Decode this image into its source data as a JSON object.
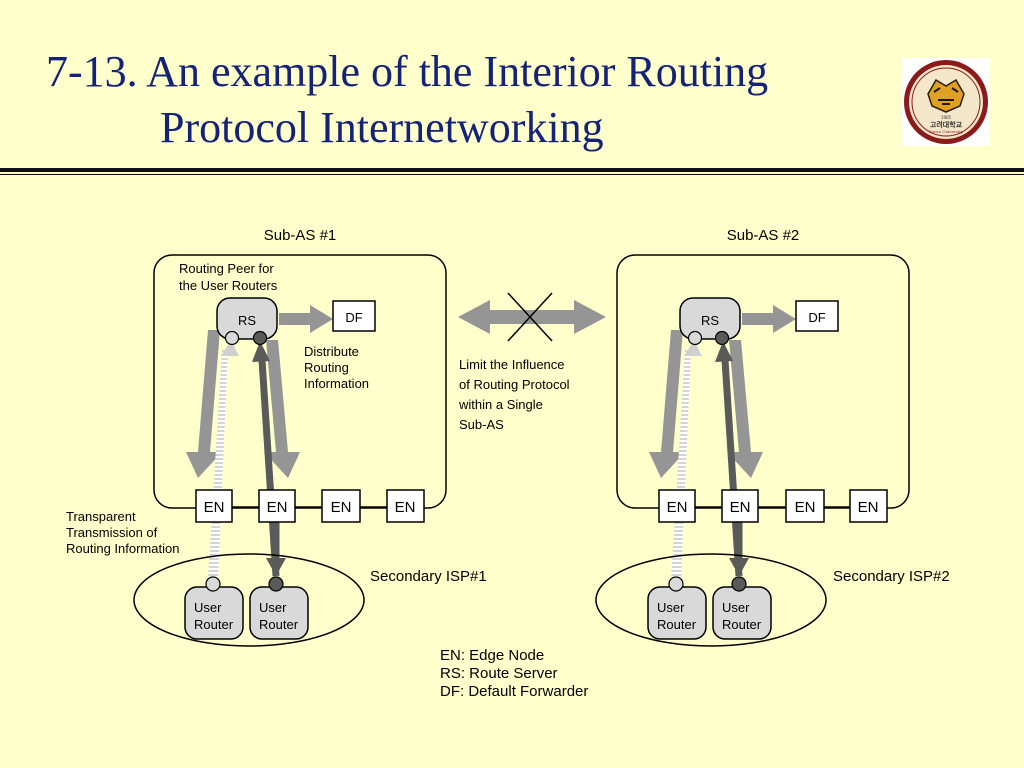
{
  "slide": {
    "title_line1": "7-13. An example of the Interior Routing",
    "title_line2": "Protocol Internetworking"
  },
  "logo": {
    "text_top": "1905",
    "text_main": "고려대학교",
    "text_sub": "Korea University"
  },
  "sub_as_1": {
    "label": "Sub-AS #1",
    "rs_label": "RS",
    "df_label": "DF",
    "en_labels": [
      "EN",
      "EN",
      "EN",
      "EN"
    ],
    "peer_note_line1": "Routing Peer for",
    "peer_note_line2": "the User Routers",
    "distribute_line1": "Distribute",
    "distribute_line2": "Routing",
    "distribute_line3": "Information"
  },
  "sub_as_2": {
    "label": "Sub-AS #2",
    "rs_label": "RS",
    "df_label": "DF",
    "en_labels": [
      "EN",
      "EN",
      "EN",
      "EN"
    ]
  },
  "isp_1": {
    "label": "Secondary ISP#1",
    "routers": [
      {
        "line1": "User",
        "line2": "Router"
      },
      {
        "line1": "User",
        "line2": "Router"
      }
    ]
  },
  "isp_2": {
    "label": "Secondary ISP#2",
    "routers": [
      {
        "line1": "User",
        "line2": "Router"
      },
      {
        "line1": "User",
        "line2": "Router"
      }
    ]
  },
  "transparent_note": {
    "line1": "Transparent",
    "line2": "Transmission of",
    "line3": "Routing Information"
  },
  "limit_note": {
    "line1": "Limit the Influence",
    "line2": "of Routing Protocol",
    "line3": "within a Single",
    "line4": "Sub-AS"
  },
  "legend": {
    "en": "EN: Edge Node",
    "rs": "RS: Route Server",
    "df": "DF: Default Forwarder"
  },
  "colors": {
    "background": "#ffffcc",
    "title": "#14227a",
    "arrow_gray": "#959595",
    "arrow_light": "#d0d0d0",
    "arrow_dark": "#5a5a5a",
    "node_fill": "#d9d9d9"
  }
}
